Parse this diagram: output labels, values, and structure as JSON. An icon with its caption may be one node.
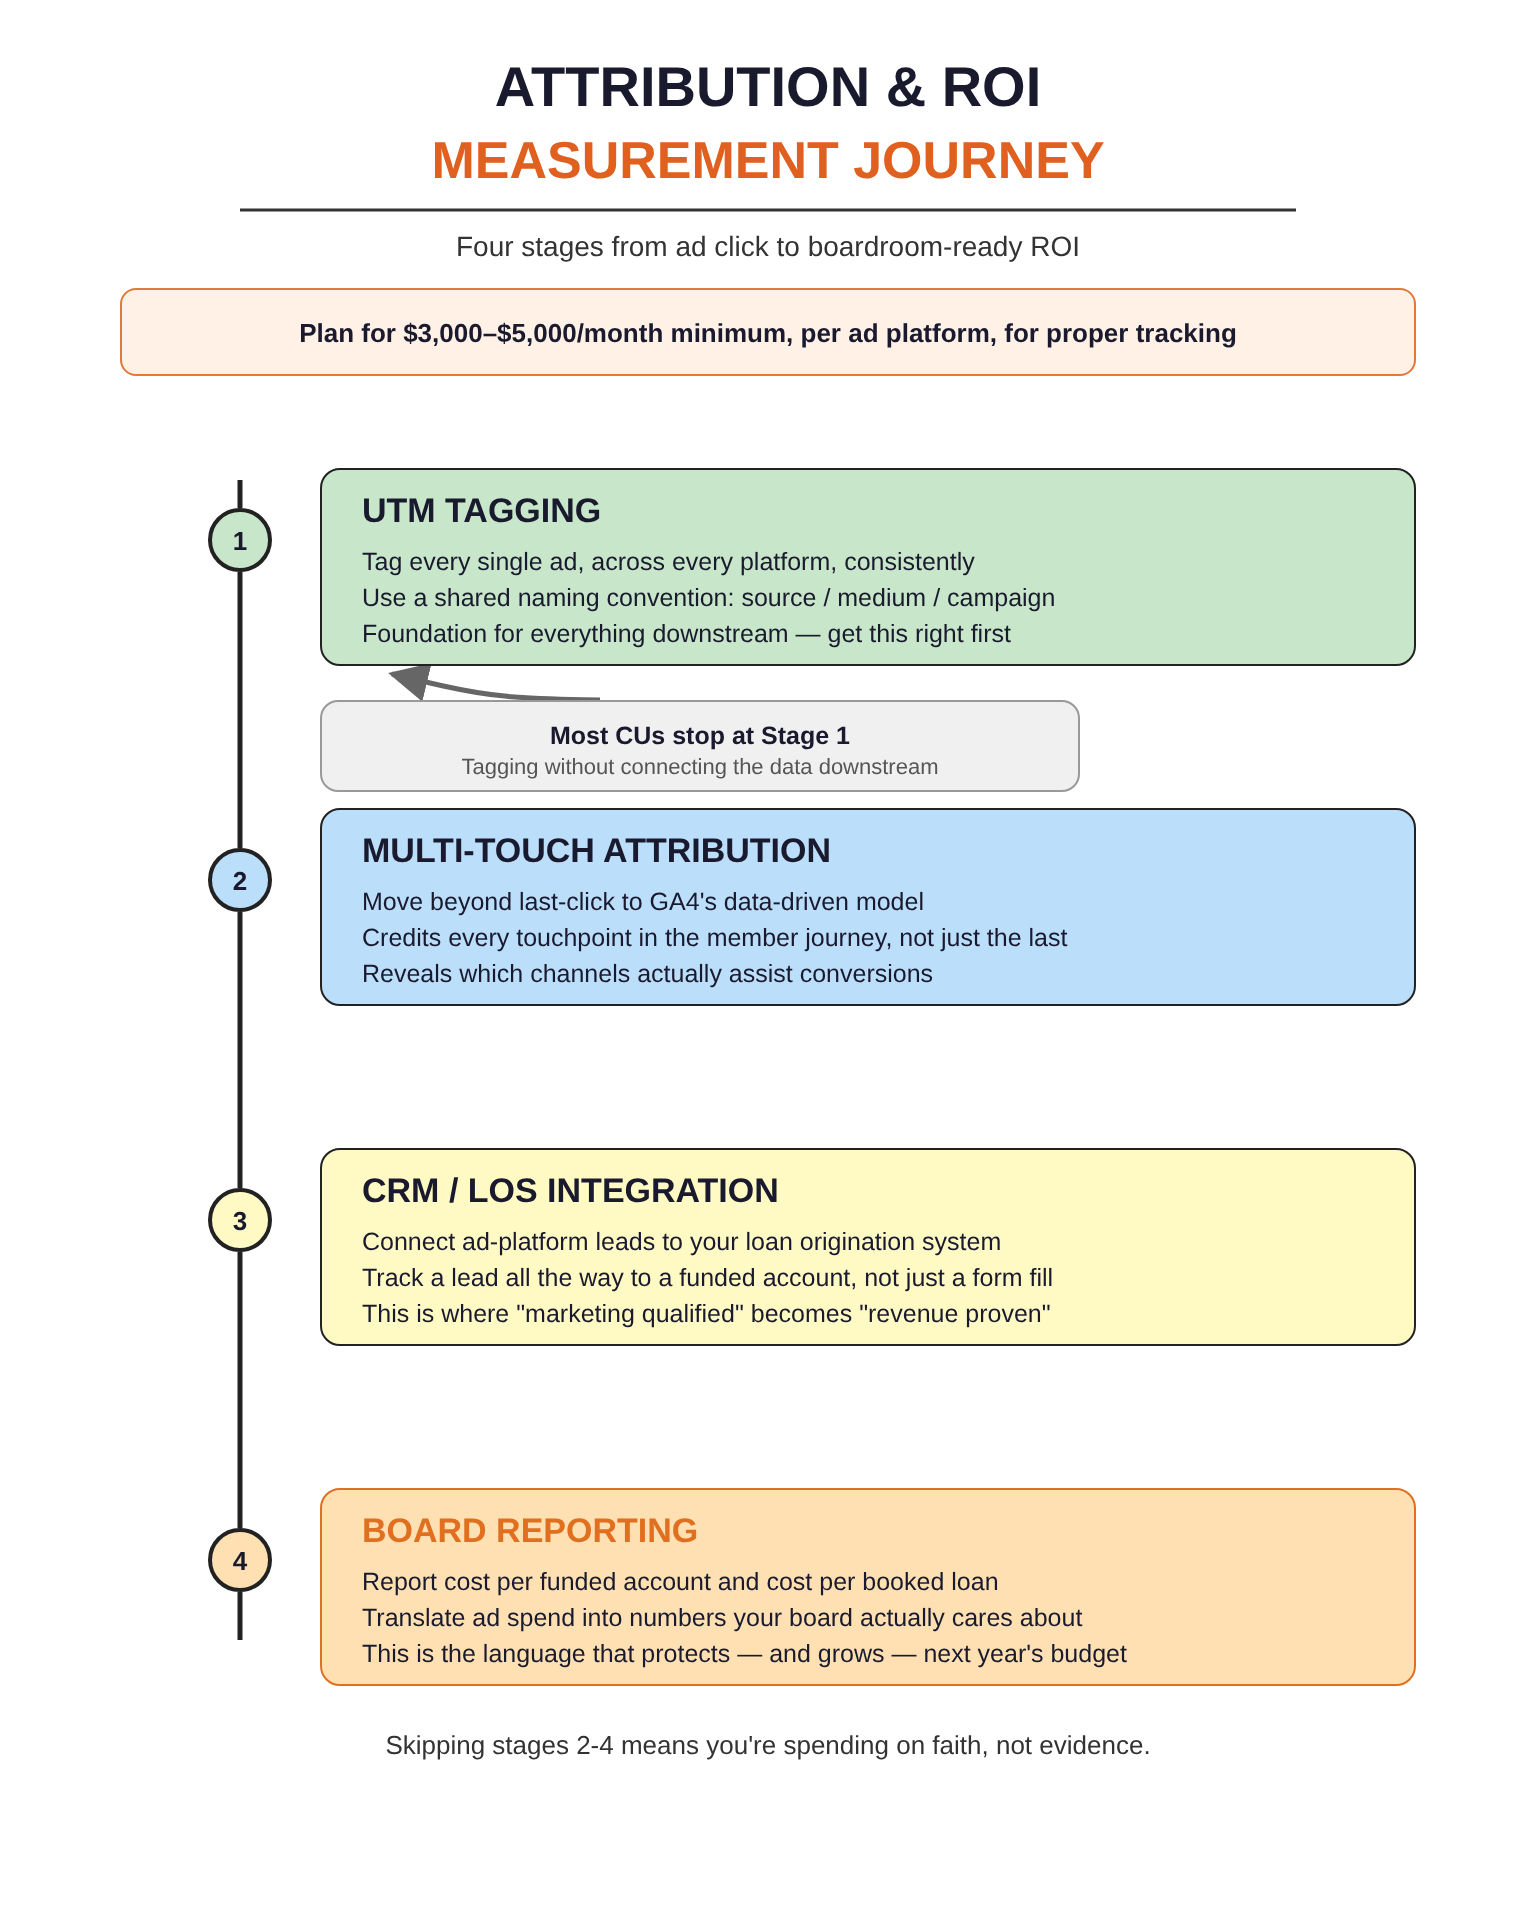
{
  "diagram": {
    "title": "ATTRIBUTION & ROI",
    "caption": "Skipping stages 2-4 means you're spending on faith, not evidence.",
    "nodes": [
      {
        "text": [
          "Plan for $3,000–$5,000/month minimum, per ad platform, for proper tracking"
        ]
      },
      {
        "text": [
          "1"
        ]
      },
      {
        "text": [
          "UTM TAGGING",
          "Tag every single ad, across every platform, consistently",
          "Use a shared naming convention: source / medium / campaign",
          "Foundation for everything downstream — get this right first"
        ]
      },
      {
        "text": [
          "Most CUs stop at Stage 1",
          "Tagging without connecting the data downstream"
        ]
      },
      {
        "text": [
          "2"
        ]
      },
      {
        "text": [
          "MULTI-TOUCH ATTRIBUTION",
          "Move beyond last-click to GA4's data-driven model",
          "Credits every touchpoint in the member journey, not just the last",
          "Reveals which channels actually assist conversions"
        ]
      },
      {
        "text": [
          "3"
        ]
      },
      {
        "text": [
          "CRM / LOS INTEGRATION",
          "Connect ad-platform leads to your loan origination system",
          "Track a lead all the way to a funded account, not just a form fill",
          "This is where \"marketing qualified\" becomes \"revenue proven\""
        ]
      },
      {
        "text": [
          "4"
        ]
      },
      {
        "text": [
          "BOARD REPORTING",
          "Report cost per funded account and cost per booked loan",
          "Translate ad spend into numbers your board actually cares about",
          "This is the language that protects — and grows — next year's budget"
        ]
      }
    ],
    "edges": [
      {
        "from": 1,
        "to": 4,
        "arrow": "none"
      },
      {
        "from": 4,
        "to": 6,
        "arrow": "none"
      },
      {
        "from": 6,
        "to": 8,
        "arrow": "none"
      },
      {
        "from": 3,
        "to": 2,
        "arrow": "to",
        "color": "#666666"
      }
    ],
    "labels": [
      "MEASUREMENT JOURNEY",
      "Four stages from ad click to boardroom-ready ROI"
    ]
  }
}
